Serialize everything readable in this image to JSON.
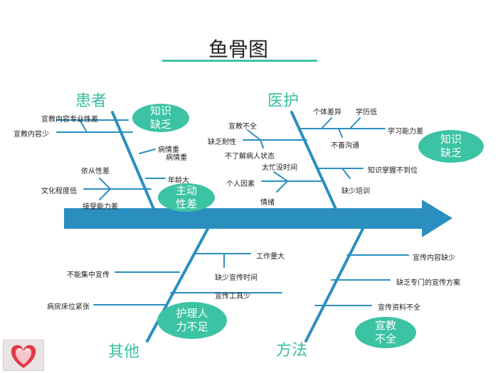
{
  "title": "鱼骨图",
  "categories": {
    "patient": "患者",
    "medical": "医护",
    "other": "其他",
    "method": "方法"
  },
  "patient_causes": {
    "c1": "宣教内容专业性差",
    "c2": "宣教内容少",
    "c3": "病情重",
    "c4": "病情重",
    "c5": "依从性差",
    "c6": "年龄大",
    "c7": "文化程度低",
    "c8": "接受能力差"
  },
  "medical_causes": {
    "c1": "宣教不全",
    "c2": "缺乏耐性",
    "c3": "不了解病人状态",
    "c4": "太忙没时间",
    "c5": "个人因素",
    "c6": "情绪",
    "c7": "个体差异",
    "c8": "学历低",
    "c9": "不善沟通",
    "c10": "学习能力差",
    "c11": "知识掌握不到位",
    "c12": "缺少培训"
  },
  "other_causes": {
    "c1": "工作量大",
    "c2": "缺少宣传时间",
    "c3": "不能集中宣传",
    "c4": "宣传工具少",
    "c5": "病房床位紧张"
  },
  "method_causes": {
    "c1": "宣传内容缺少",
    "c2": "缺乏专门的宣传方案",
    "c3": "宣传资料不全"
  },
  "bubbles": {
    "knowledge_patient": "知识\n缺乏",
    "initiative": "主动\n性差",
    "knowledge_medical": "知识\n缺乏",
    "staff": "护理人\n力不足",
    "education": "宣教\n不全"
  },
  "logo_text": "P&N",
  "colors": {
    "bone": "#2a8fbf",
    "bubble": "#3cc3a4",
    "category": "#39bfa0"
  }
}
